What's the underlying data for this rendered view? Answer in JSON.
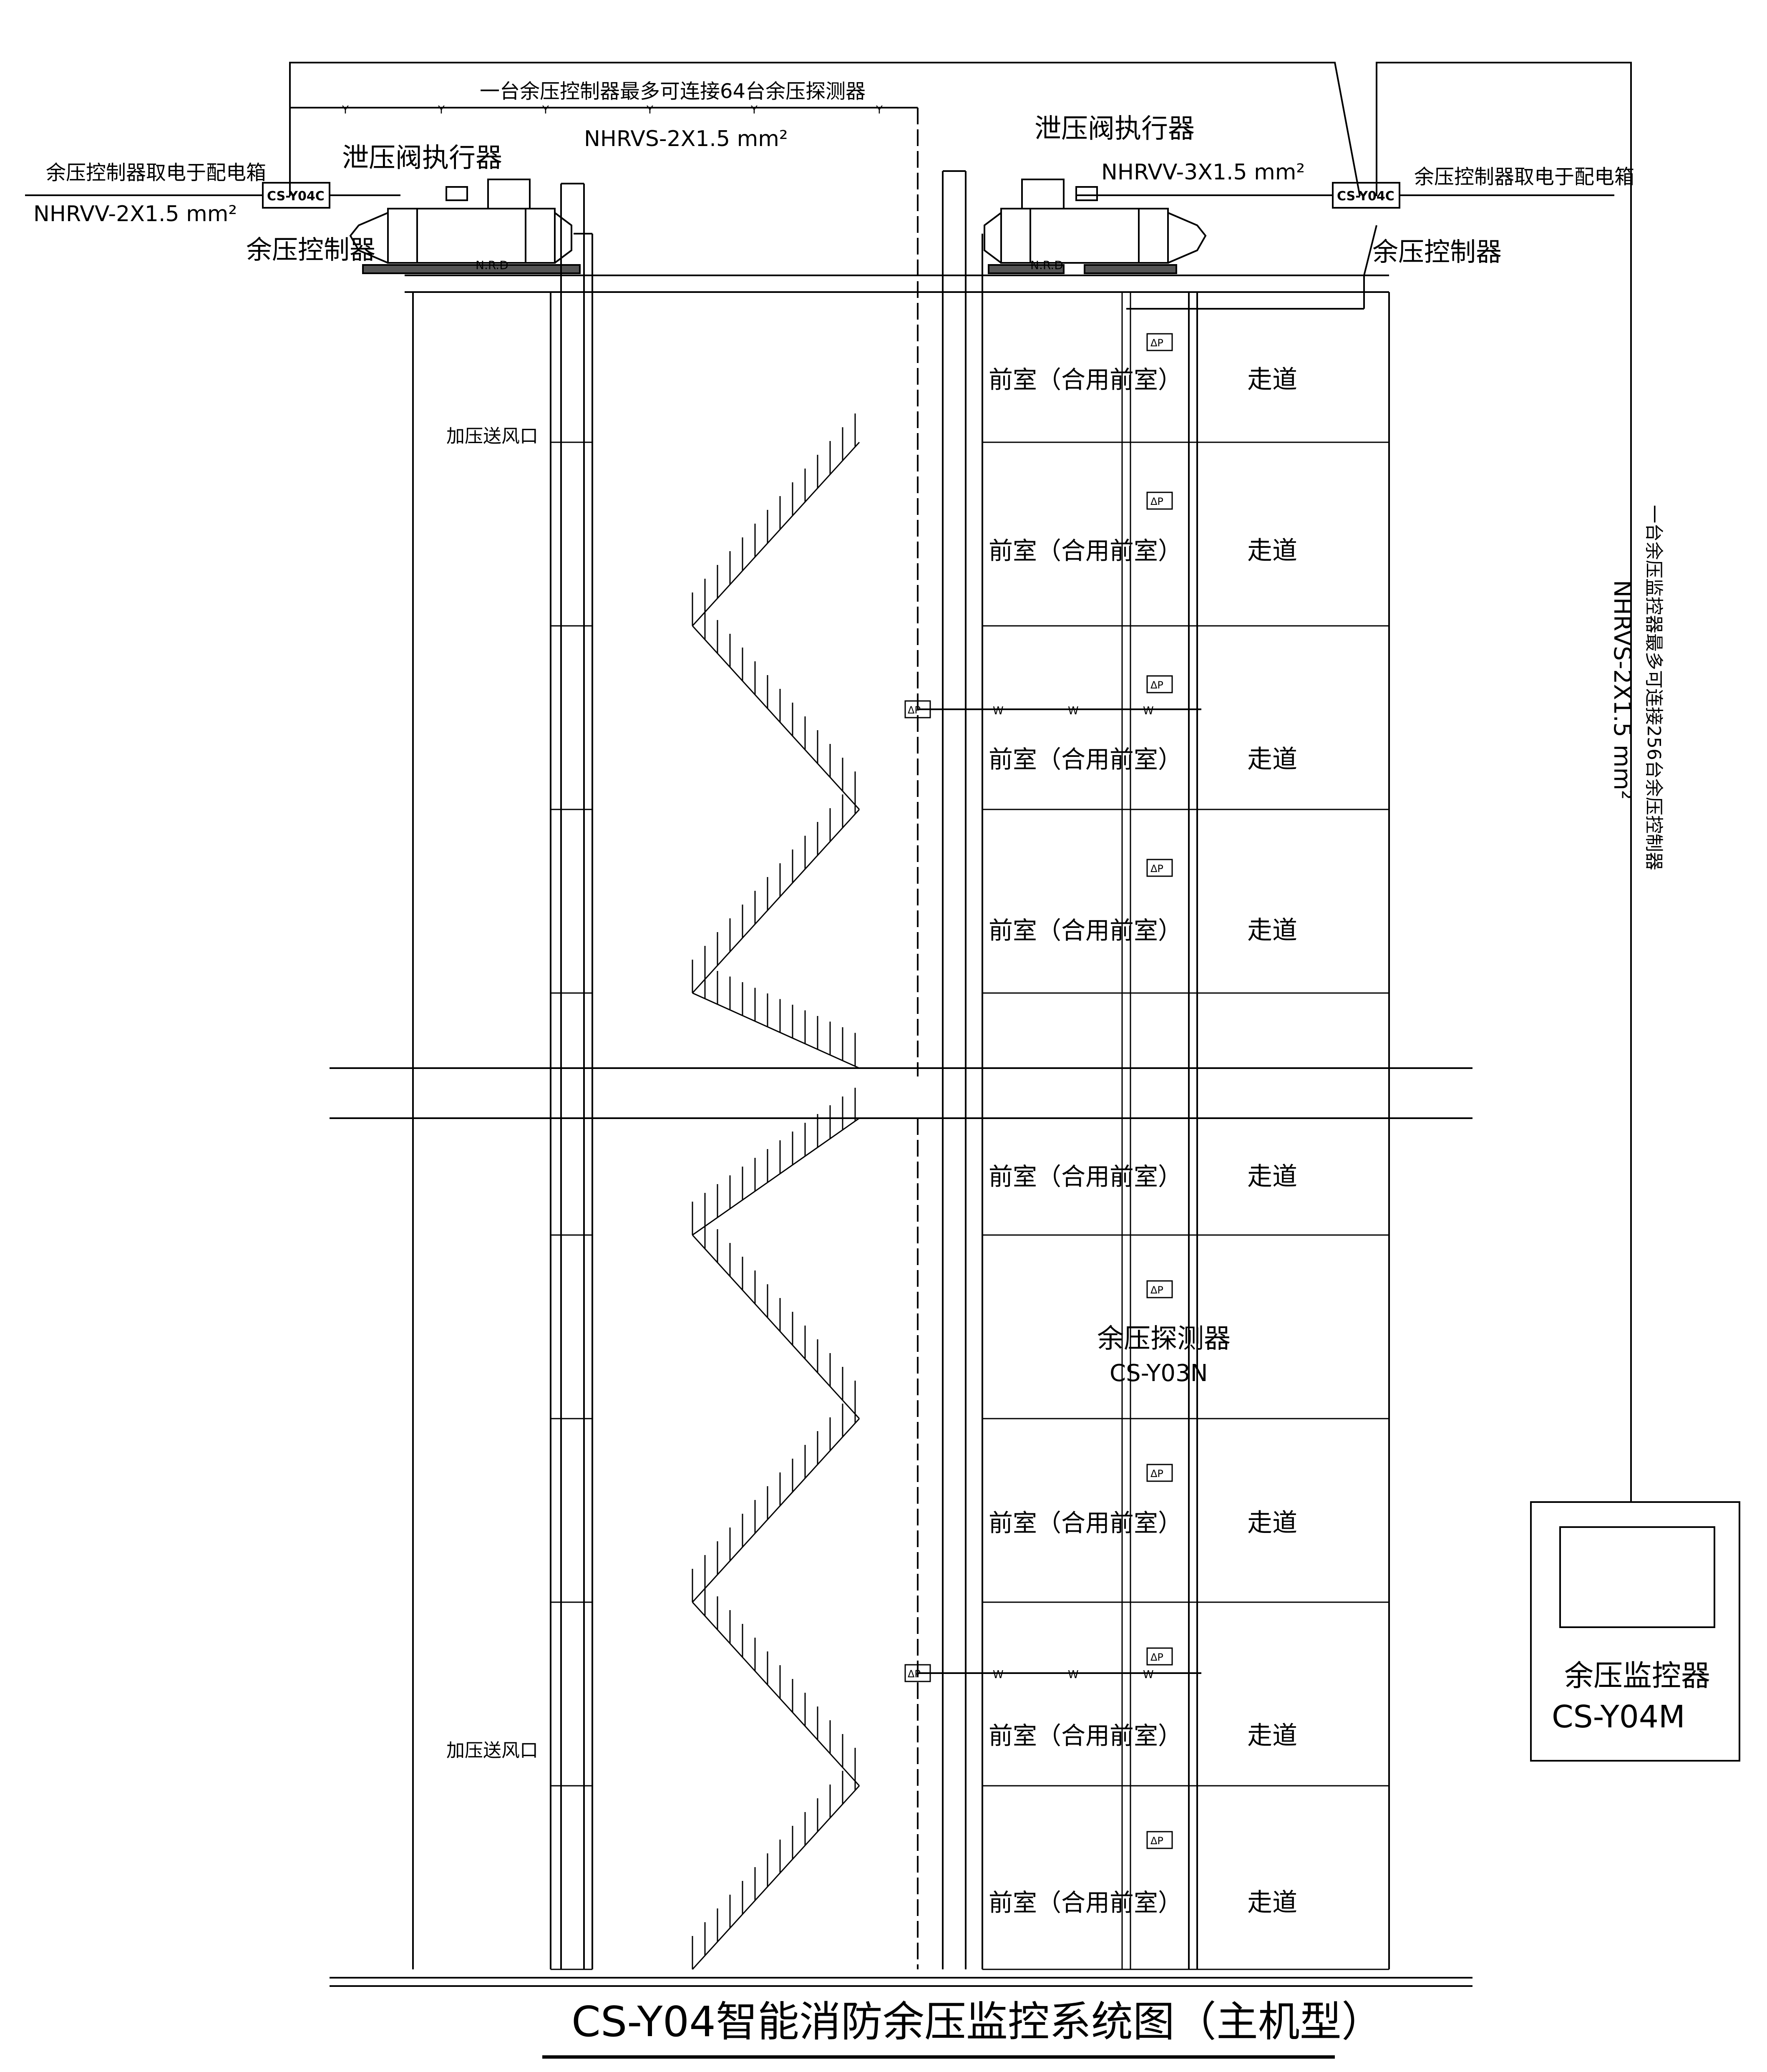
{
  "title": "CS-Y04智能消防余压监控系统图（主机型）",
  "top_note": "一台余压控制器最多可连接64台余压探测器",
  "top_cable": "NHRVS-2X1.5 mm²",
  "left_power": "余压控制器取电于配电箱",
  "left_cable": "NHRVV-2X1.5 mm²",
  "left_controller_label": "余压控制器",
  "controller_model": "CS-Y04C",
  "valve_actuator_label": "泄压阀执行器",
  "right_cable": "NHRVV-3X1.5 mm²",
  "right_power": "余压控制器取电于配电箱",
  "right_controller_label": "余压控制器",
  "nrd_label": "N.R.D",
  "air_inlet_label": "加压送风口",
  "anteroom_label": "前室（合用前室）",
  "corridor_label": "走道",
  "detector_symbol": "ΔP",
  "detector_name": "余压探测器",
  "detector_model": "CS-Y03N",
  "right_vertical_note": "一台余压监控器最多可连接256台余压控制器",
  "right_vertical_cable": "NHRVS-2X1.5 mm²",
  "monitor_name": "余压监控器",
  "monitor_model": "CS-Y04M",
  "line_code_y": "Y",
  "line_code_w": "W"
}
